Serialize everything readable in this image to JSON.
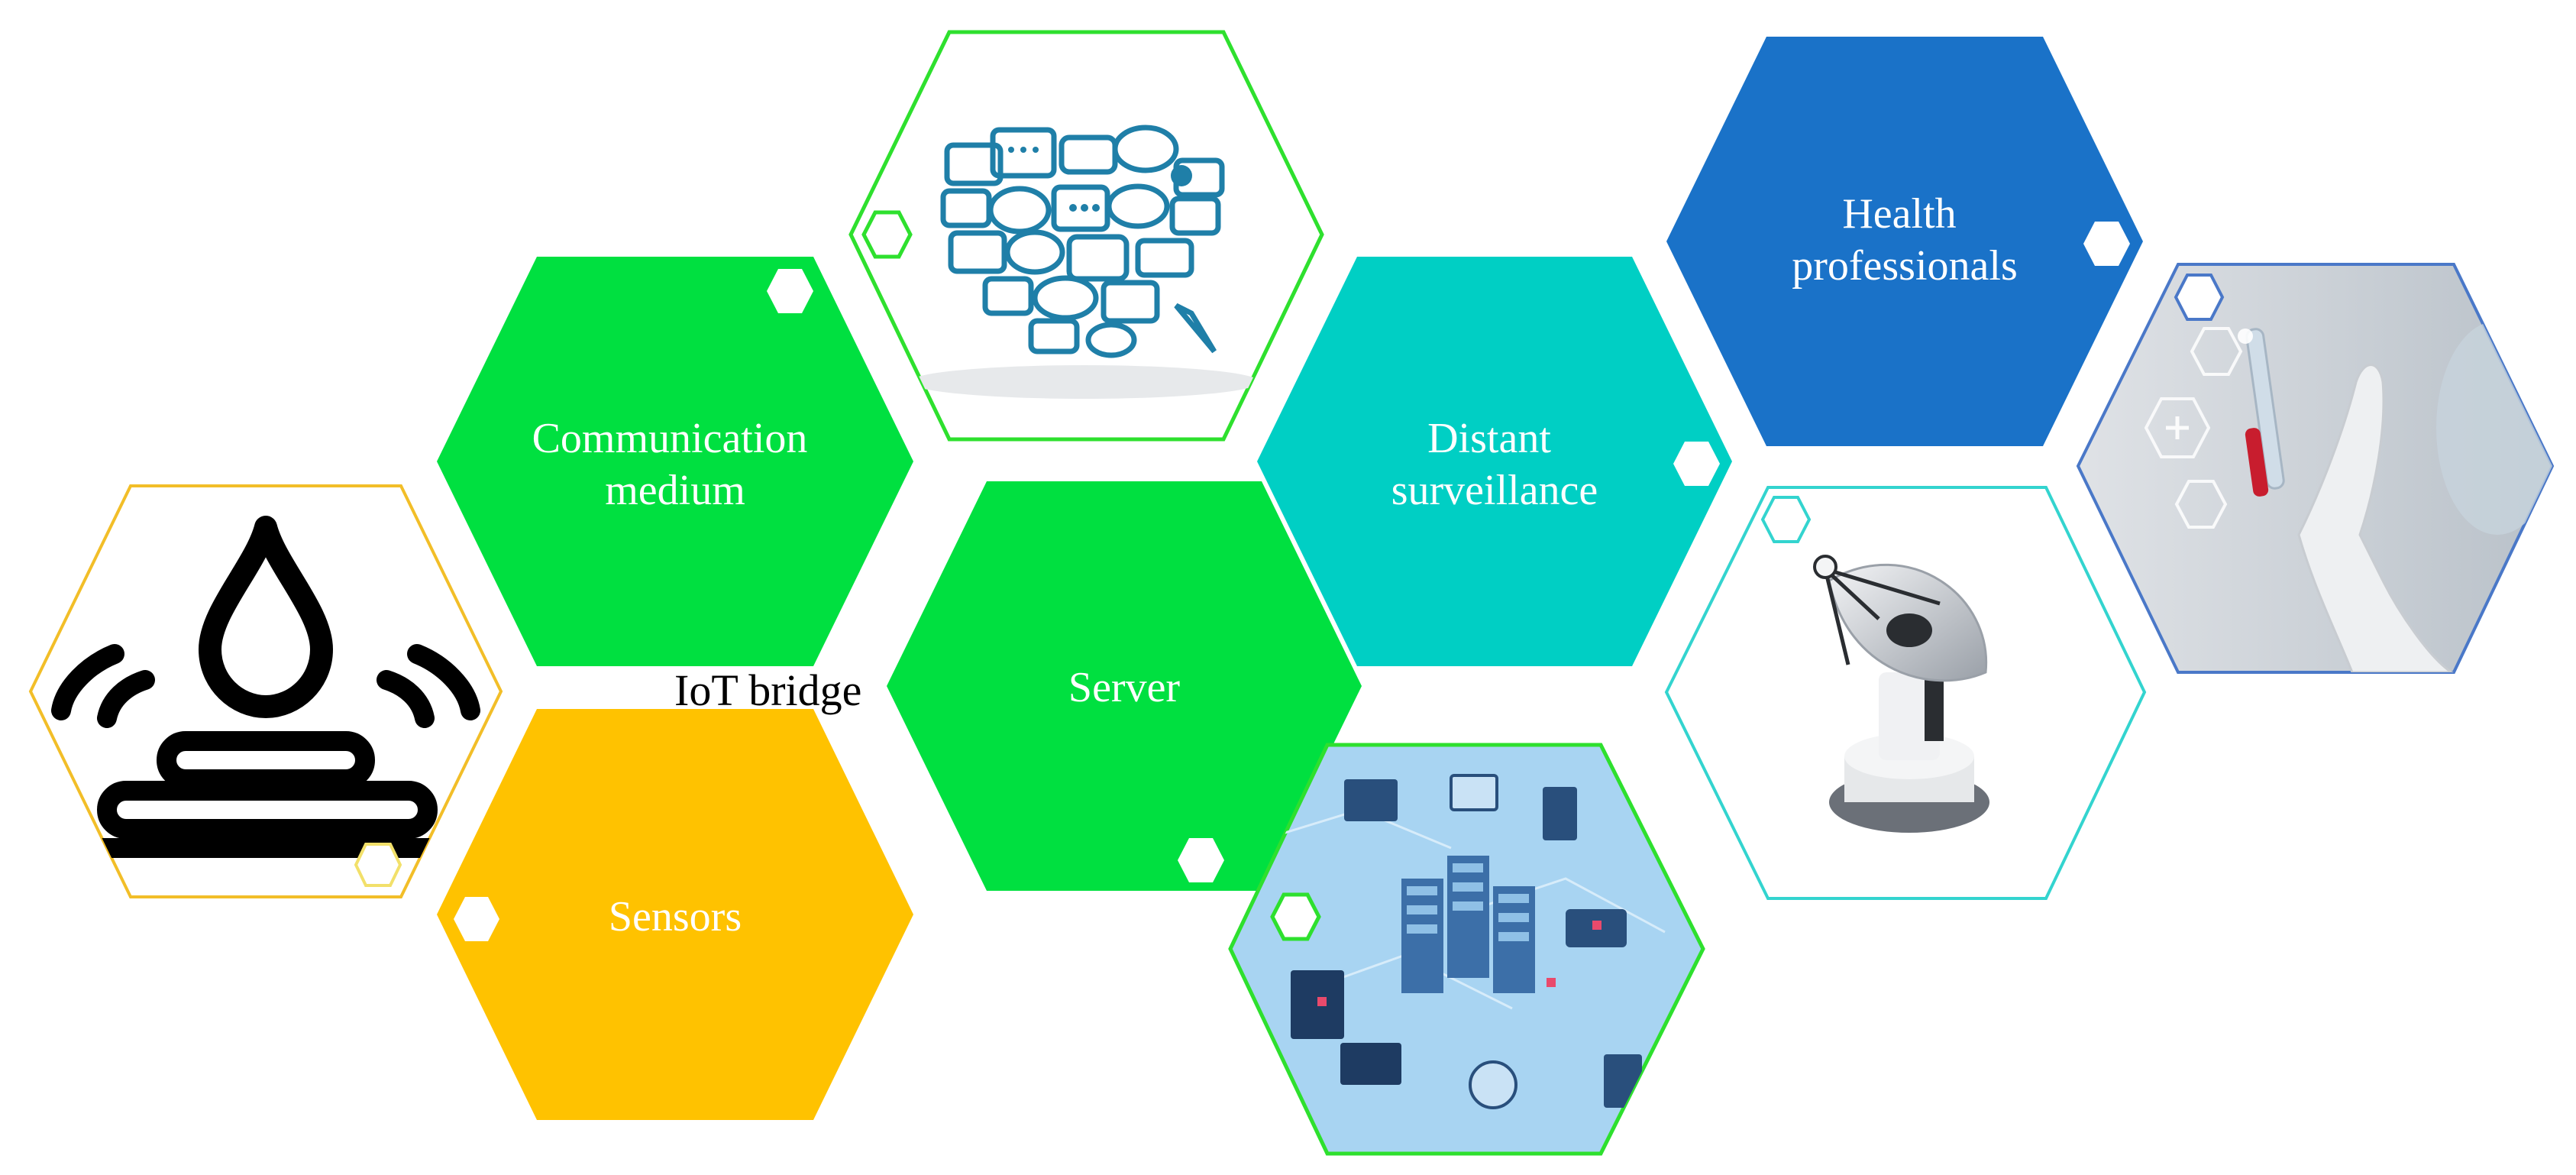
{
  "labels": {
    "communication": [
      "Communication",
      "medium"
    ],
    "server": "Server",
    "sensors": "Sensors",
    "iot_bridge": "IoT bridge",
    "distant": [
      "Distant",
      "surveillance"
    ],
    "health": [
      "Health",
      "professionals"
    ]
  },
  "colors": {
    "green": "#00e040",
    "teal": "#00cfc4",
    "blue": "#1a72c8",
    "yellow": "#ffc200",
    "image_border_green": "#2ee02e",
    "image_border_teal": "#33d4cf",
    "image_border_blue": "#4a78c8",
    "image_border_yellow": "#f2be28",
    "server_scene_bg": "#a8d4f2"
  },
  "icons": {
    "sensor_tile": "water-drop-sensor-icon",
    "chat_tile": "chat-bubbles-cloud-icon",
    "server_tile": "server-network-isometric-icon",
    "satellite_tile": "satellite-dish-icon",
    "doctor_tile": "doctor-hand-test-tube-icon"
  }
}
